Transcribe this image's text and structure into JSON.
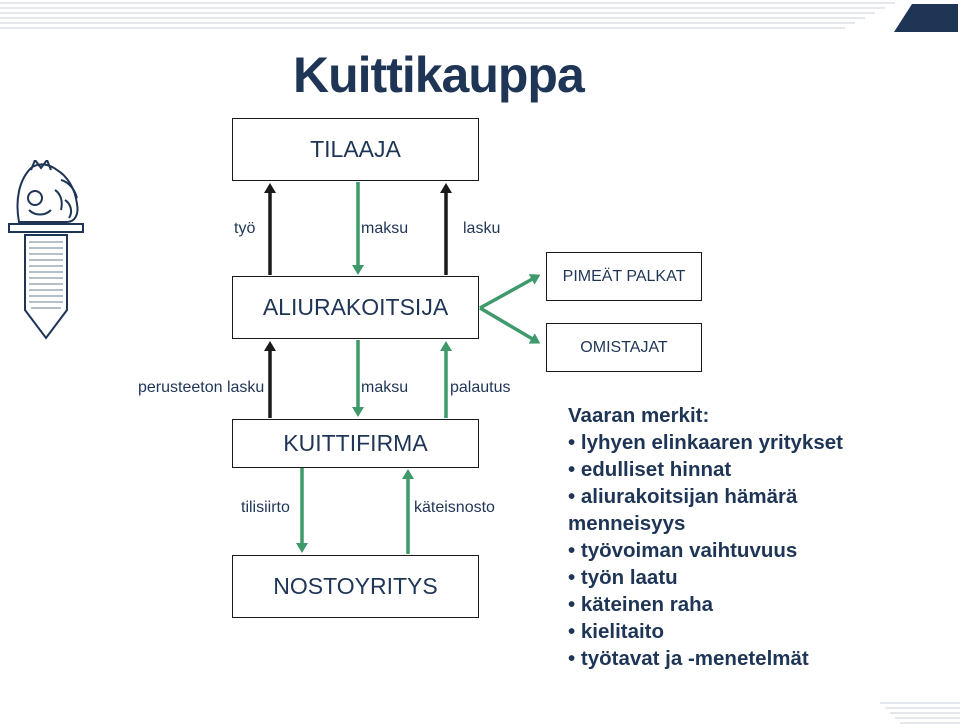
{
  "title": "Kuittikauppa",
  "boxes": {
    "tilaaja": "TILAAJA",
    "aliurakoitsija": "ALIURAKOITSIJA",
    "kuittifirma": "KUITTIFIRMA",
    "nostoyritys": "NOSTOYRITYS",
    "pimeat_palkat": "PIMEÄT PALKAT",
    "omistajat": "OMISTAJAT"
  },
  "flows": {
    "tyo": "työ",
    "maksu_top": "maksu",
    "lasku": "lasku",
    "perusteeton_lasku": "perusteeton lasku",
    "maksu_mid": "maksu",
    "palautus": "palautus",
    "tilisiirto": "tilisiirto",
    "kateisnosto": "käteisnosto"
  },
  "warnings": {
    "heading": "Vaaran merkit:",
    "items": [
      "• lyhyen elinkaaren yritykset",
      "• edulliset hinnat",
      "• aliurakoitsijan hämärä",
      "menneisyys",
      "• työvoiman vaihtuvuus",
      "• työn laatu",
      "• käteinen raha",
      "• kielitaito",
      "• työtavat ja -menetelmät"
    ]
  },
  "colors": {
    "navy": "#1f3556",
    "green": "#3e9a6a",
    "dark": "#1a1a1a"
  },
  "icons": {
    "emblem": "heraldic-lion-sword-icon"
  }
}
